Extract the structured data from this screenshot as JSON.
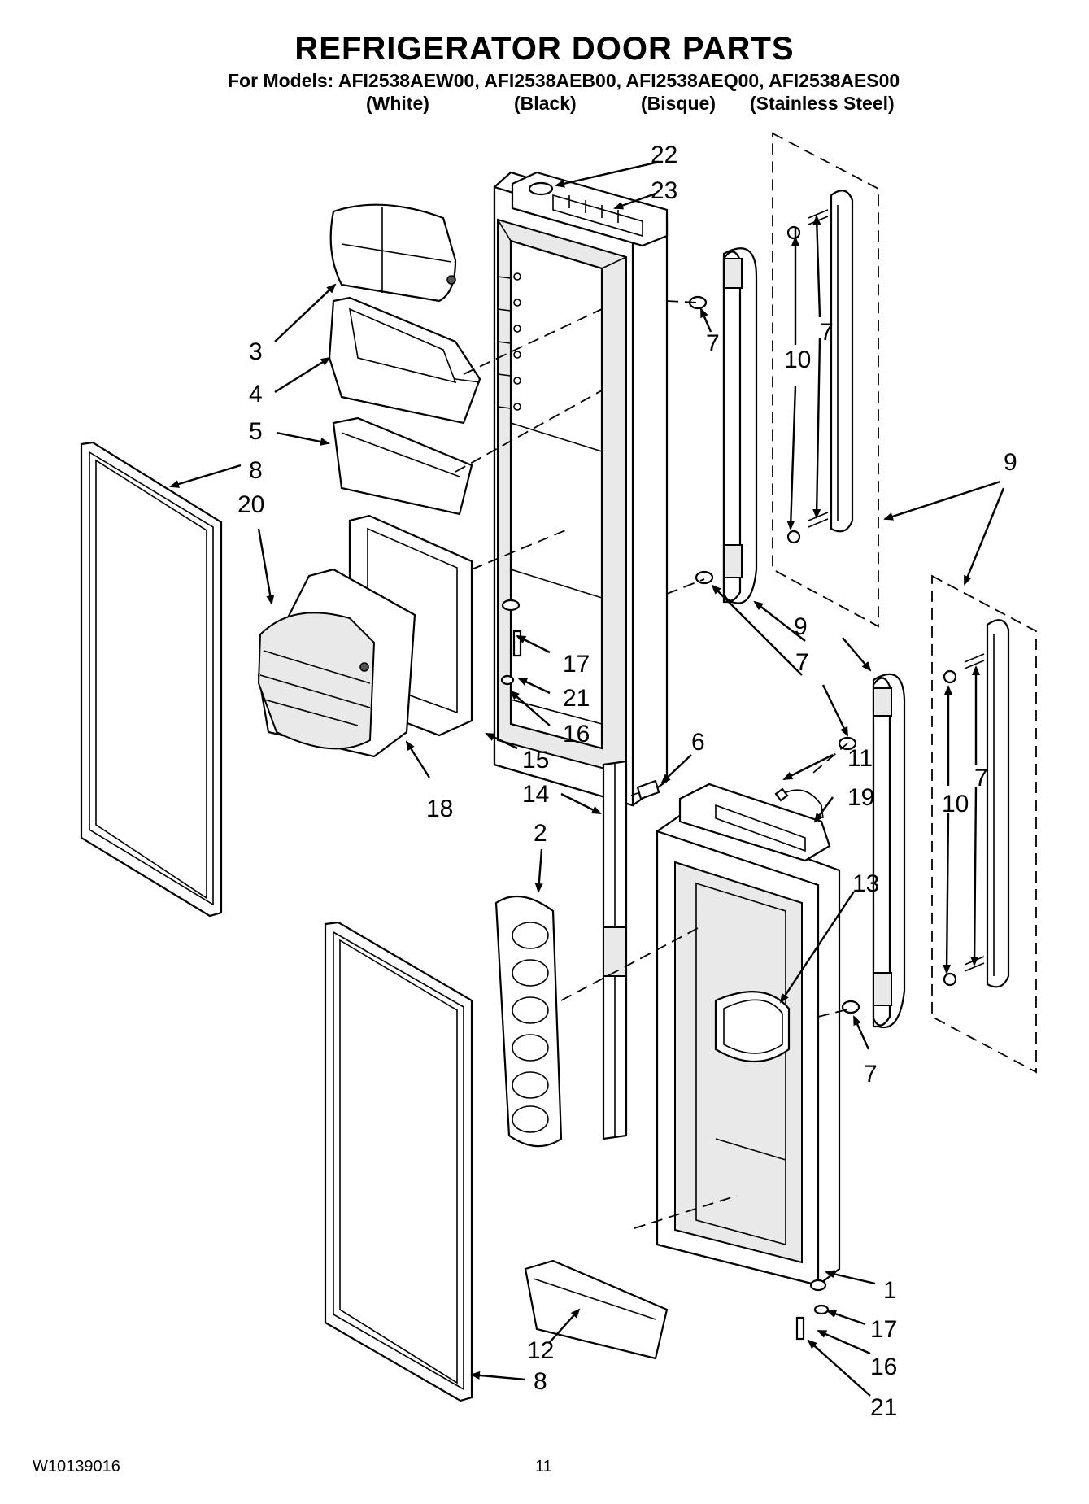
{
  "header": {
    "title": "REFRIGERATOR DOOR PARTS",
    "models_line": "For Models: AFI2538AEW00, AFI2538AEB00, AFI2538AEQ00, AFI2538AES00",
    "variants": [
      "(White)",
      "(Black)",
      "(Bisque)",
      "(Stainless Steel)"
    ]
  },
  "callouts": {
    "c22": "22",
    "c23": "23",
    "c3": "3",
    "c4": "4",
    "c5": "5",
    "c8a": "8",
    "c20": "20",
    "c7a": "7",
    "c10a": "10",
    "c7b": "7",
    "c9a": "9",
    "c9b": "9",
    "c17a": "17",
    "c21a": "21",
    "c16a": "16",
    "c7c": "7",
    "c15": "15",
    "c18": "18",
    "c6": "6",
    "c11": "11",
    "c14": "14",
    "c19": "19",
    "c10b": "10",
    "c7d": "7",
    "c2": "2",
    "c13": "13",
    "c7e": "7",
    "c1": "1",
    "c17b": "17",
    "c12": "12",
    "c16b": "16",
    "c8b": "8",
    "c21b": "21"
  },
  "footer": {
    "doc_number": "W10139016",
    "page_number": "11"
  }
}
